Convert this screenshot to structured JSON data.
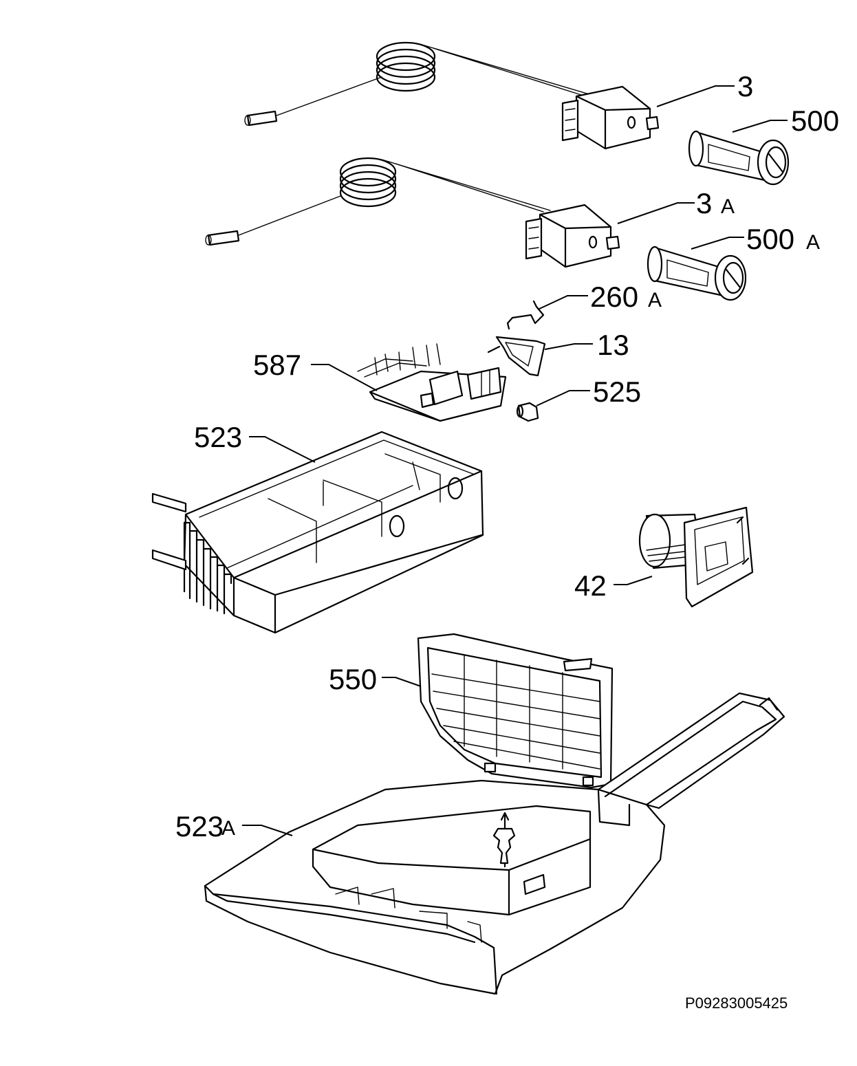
{
  "labels": {
    "p3": "3",
    "p500": "500",
    "p3a_num": "3",
    "p3a_suffix": "A",
    "p500a_num": "500",
    "p500a_suffix": "A",
    "p260a_num": "260",
    "p260a_suffix": "A",
    "p13": "13",
    "p587": "587",
    "p525": "525",
    "p523": "523",
    "p42": "42",
    "p550": "550",
    "p523a_num": "523",
    "p523a_suffix": "A"
  },
  "doc_ref": "P09283005425"
}
